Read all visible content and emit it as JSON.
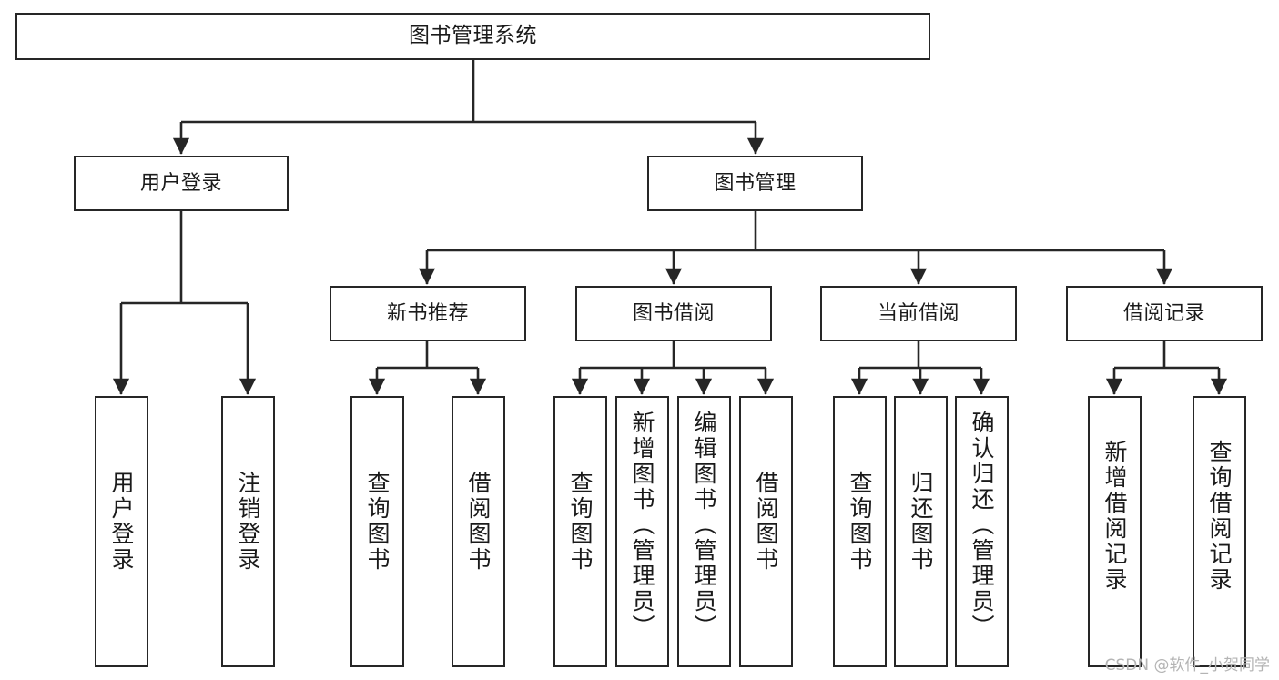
{
  "diagram": {
    "type": "tree-hierarchy-chart",
    "title": "图书管理系统",
    "stroke_color": "#262626",
    "background_color": "#ffffff",
    "text_color": "#1a1a1a",
    "levels": [
      {
        "level": 1,
        "nodes": [
          {
            "id": "root",
            "label": "图书管理系统",
            "orientation": "horizontal"
          }
        ]
      },
      {
        "level": 2,
        "nodes": [
          {
            "id": "user-login",
            "label": "用户登录",
            "orientation": "horizontal"
          },
          {
            "id": "book-manage",
            "label": "图书管理",
            "orientation": "horizontal"
          }
        ]
      },
      {
        "level": 3,
        "nodes": [
          {
            "id": "new-book-recommend",
            "label": "新书推荐",
            "orientation": "horizontal"
          },
          {
            "id": "book-borrow",
            "label": "图书借阅",
            "orientation": "horizontal"
          },
          {
            "id": "current-borrow",
            "label": "当前借阅",
            "orientation": "horizontal"
          },
          {
            "id": "borrow-record",
            "label": "借阅记录",
            "orientation": "horizontal"
          }
        ]
      },
      {
        "level": 4,
        "nodes": [
          {
            "id": "leaf-user-login",
            "label": "用户登录",
            "parent": "user-login",
            "orientation": "vertical"
          },
          {
            "id": "leaf-user-logout",
            "label": "注销登录",
            "parent": "user-login",
            "orientation": "vertical"
          },
          {
            "id": "leaf-query-book-1",
            "label": "查询图书",
            "parent": "new-book-recommend",
            "orientation": "vertical"
          },
          {
            "id": "leaf-borrow-book-1",
            "label": "借阅图书",
            "parent": "new-book-recommend",
            "orientation": "vertical"
          },
          {
            "id": "leaf-query-book-2",
            "label": "查询图书",
            "parent": "book-borrow",
            "orientation": "vertical"
          },
          {
            "id": "leaf-add-book",
            "label": "新增图书（管理员）",
            "parent": "book-borrow",
            "orientation": "vertical"
          },
          {
            "id": "leaf-edit-book",
            "label": "编辑图书（管理员）",
            "parent": "book-borrow",
            "orientation": "vertical"
          },
          {
            "id": "leaf-borrow-book-2",
            "label": "借阅图书",
            "parent": "book-borrow",
            "orientation": "vertical"
          },
          {
            "id": "leaf-query-book-3",
            "label": "查询图书",
            "parent": "current-borrow",
            "orientation": "vertical"
          },
          {
            "id": "leaf-return-book",
            "label": "归还图书",
            "parent": "current-borrow",
            "orientation": "vertical"
          },
          {
            "id": "leaf-confirm-return",
            "label": "确认归还（管理员）",
            "parent": "current-borrow",
            "orientation": "vertical"
          },
          {
            "id": "leaf-add-record",
            "label": "新增借阅记录",
            "parent": "borrow-record",
            "orientation": "vertical"
          },
          {
            "id": "leaf-query-record",
            "label": "查询借阅记录",
            "parent": "borrow-record",
            "orientation": "vertical"
          }
        ]
      }
    ],
    "edges": [
      {
        "from": "root",
        "to": "user-login"
      },
      {
        "from": "root",
        "to": "book-manage"
      },
      {
        "from": "user-login",
        "to": "leaf-user-login"
      },
      {
        "from": "user-login",
        "to": "leaf-user-logout"
      },
      {
        "from": "book-manage",
        "to": "new-book-recommend"
      },
      {
        "from": "book-manage",
        "to": "book-borrow"
      },
      {
        "from": "book-manage",
        "to": "current-borrow"
      },
      {
        "from": "book-manage",
        "to": "borrow-record"
      },
      {
        "from": "new-book-recommend",
        "to": "leaf-query-book-1"
      },
      {
        "from": "new-book-recommend",
        "to": "leaf-borrow-book-1"
      },
      {
        "from": "book-borrow",
        "to": "leaf-query-book-2"
      },
      {
        "from": "book-borrow",
        "to": "leaf-add-book"
      },
      {
        "from": "book-borrow",
        "to": "leaf-edit-book"
      },
      {
        "from": "book-borrow",
        "to": "leaf-borrow-book-2"
      },
      {
        "from": "current-borrow",
        "to": "leaf-query-book-3"
      },
      {
        "from": "current-borrow",
        "to": "leaf-return-book"
      },
      {
        "from": "current-borrow",
        "to": "leaf-confirm-return"
      },
      {
        "from": "borrow-record",
        "to": "leaf-add-record"
      },
      {
        "from": "borrow-record",
        "to": "leaf-query-record"
      }
    ]
  },
  "watermark": {
    "text": "CSDN @软件_小贺同学"
  }
}
